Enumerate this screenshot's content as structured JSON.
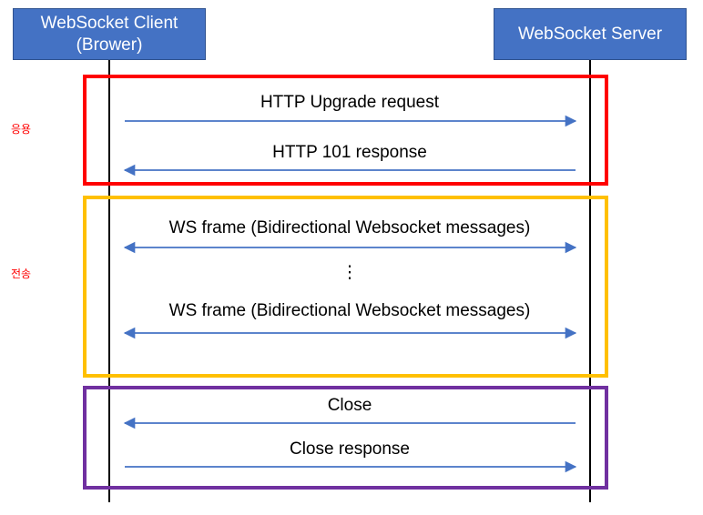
{
  "participants": {
    "client": "WebSocket Client\n(Brower)",
    "server": "WebSocket Server"
  },
  "phases": {
    "handshake": "응용",
    "transfer": "전송"
  },
  "messages": [
    {
      "label": "HTTP Upgrade request",
      "direction": "to-server"
    },
    {
      "label": "HTTP 101 response",
      "direction": "to-client"
    },
    {
      "label": "WS frame (Bidirectional Websocket messages)",
      "direction": "both"
    },
    {
      "label": "⋮",
      "direction": "none"
    },
    {
      "label": "WS frame (Bidirectional Websocket messages)",
      "direction": "both"
    },
    {
      "label": "Close",
      "direction": "to-client"
    },
    {
      "label": "Close response",
      "direction": "to-server"
    }
  ],
  "colors": {
    "actor_fill": "#4472c4",
    "arrow": "#4472c4",
    "handshake_frame": "#ff0000",
    "transfer_frame": "#ffc000",
    "close_frame": "#7030a0"
  }
}
